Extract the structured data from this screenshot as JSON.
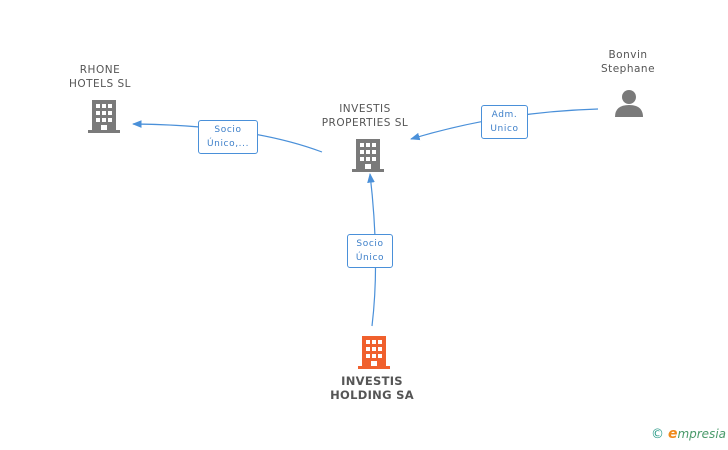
{
  "colors": {
    "building": "#7a7a7a",
    "building_highlight": "#f0602d",
    "person": "#7a7a7a",
    "edge": "#4a90d9",
    "label_border": "#4a90d9",
    "label_text": "#3d7fc9",
    "node_text": "#555555"
  },
  "nodes": {
    "rhone_hotels": {
      "line1": "RHONE",
      "line2": "HOTELS  SL",
      "icon": "building-icon"
    },
    "investis_properties": {
      "line1": "INVESTIS",
      "line2": "PROPERTIES  SL",
      "icon": "building-icon"
    },
    "bonvin_stephane": {
      "line1": "Bonvin",
      "line2": "Stephane",
      "icon": "person-icon"
    },
    "investis_holding": {
      "line1": "INVESTIS",
      "line2": "HOLDING SA",
      "icon": "building-icon"
    }
  },
  "edges": {
    "properties_to_rhone": {
      "line1": "Socio",
      "line2": "Único,..."
    },
    "bonvin_to_properties": {
      "line1": "Adm.",
      "line2": "Unico"
    },
    "holding_to_properties": {
      "line1": "Socio",
      "line2": "Único"
    }
  },
  "brand": {
    "copyright": "©",
    "initial": "e",
    "rest": "mpresia"
  }
}
